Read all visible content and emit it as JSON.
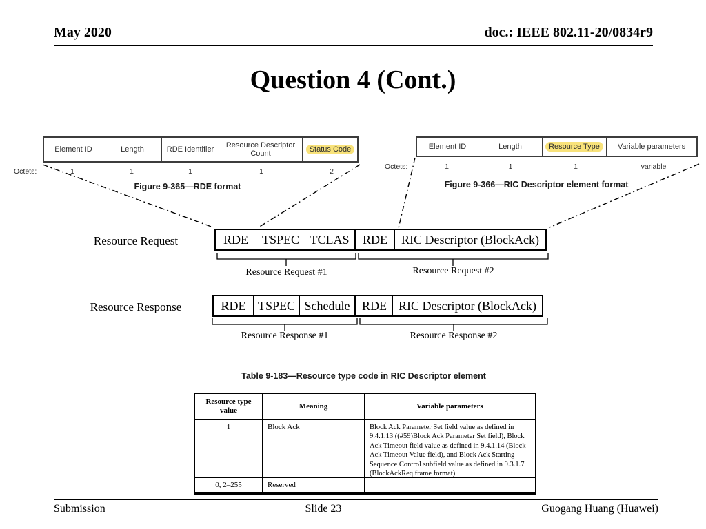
{
  "header": {
    "date": "May 2020",
    "doc": "doc.: IEEE 802.11-20/0834r9"
  },
  "title": "Question 4 (Cont.)",
  "figure_rde": {
    "caption": "Figure 9-365—RDE format",
    "octets_label": "Octets:",
    "fields": [
      {
        "label": "Element ID",
        "octets": "1",
        "highlight": false
      },
      {
        "label": "Length",
        "octets": "1",
        "highlight": false
      },
      {
        "label": "RDE Identifier",
        "octets": "1",
        "highlight": false
      },
      {
        "label": "Resource Descriptor Count",
        "octets": "1",
        "highlight": false
      },
      {
        "label": "Status Code",
        "octets": "2",
        "highlight": true
      }
    ]
  },
  "figure_ric": {
    "caption": "Figure 9-366—RIC Descriptor element format",
    "octets_label": "Octets:",
    "fields": [
      {
        "label": "Element ID",
        "octets": "1",
        "highlight": false
      },
      {
        "label": "Length",
        "octets": "1",
        "highlight": false
      },
      {
        "label": "Resource Type",
        "octets": "1",
        "highlight": true
      },
      {
        "label": "Variable parameters",
        "octets": "variable",
        "highlight": false
      }
    ]
  },
  "request": {
    "label": "Resource Request",
    "group1": [
      "RDE",
      "TSPEC",
      "TCLAS"
    ],
    "group2": [
      "RDE",
      "RIC Descriptor (BlockAck)"
    ],
    "brace1": "Resource Request #1",
    "brace2": "Resource Request #2"
  },
  "response": {
    "label": "Resource Response",
    "group1": [
      "RDE",
      "TSPEC",
      "Schedule"
    ],
    "group2": [
      "RDE",
      "RIC Descriptor (BlockAck)"
    ],
    "brace1": "Resource Response #1",
    "brace2": "Resource Response #2"
  },
  "table": {
    "caption": "Table 9-183—Resource type code in RIC Descriptor element",
    "headers": [
      "Resource type value",
      "Meaning",
      "Variable parameters"
    ],
    "rows": [
      {
        "value": "1",
        "meaning": "Block Ack",
        "params": "Block Ack Parameter Set field value as defined in 9.4.1.13 ((#59)Block Ack Parameter Set field), Block Ack Timeout field value as defined in 9.4.1.14 (Block Ack Timeout Value field), and Block Ack Starting Sequence Control subfield value as defined in 9.3.1.7 (BlockAckReq frame format)."
      },
      {
        "value": "0, 2–255",
        "meaning": "Reserved",
        "params": ""
      }
    ]
  },
  "footer": {
    "left": "Submission",
    "center": "Slide 23",
    "right": "Guogang Huang (Huawei)"
  },
  "colors": {
    "highlight": "#F8E27A",
    "text": "#000000"
  }
}
